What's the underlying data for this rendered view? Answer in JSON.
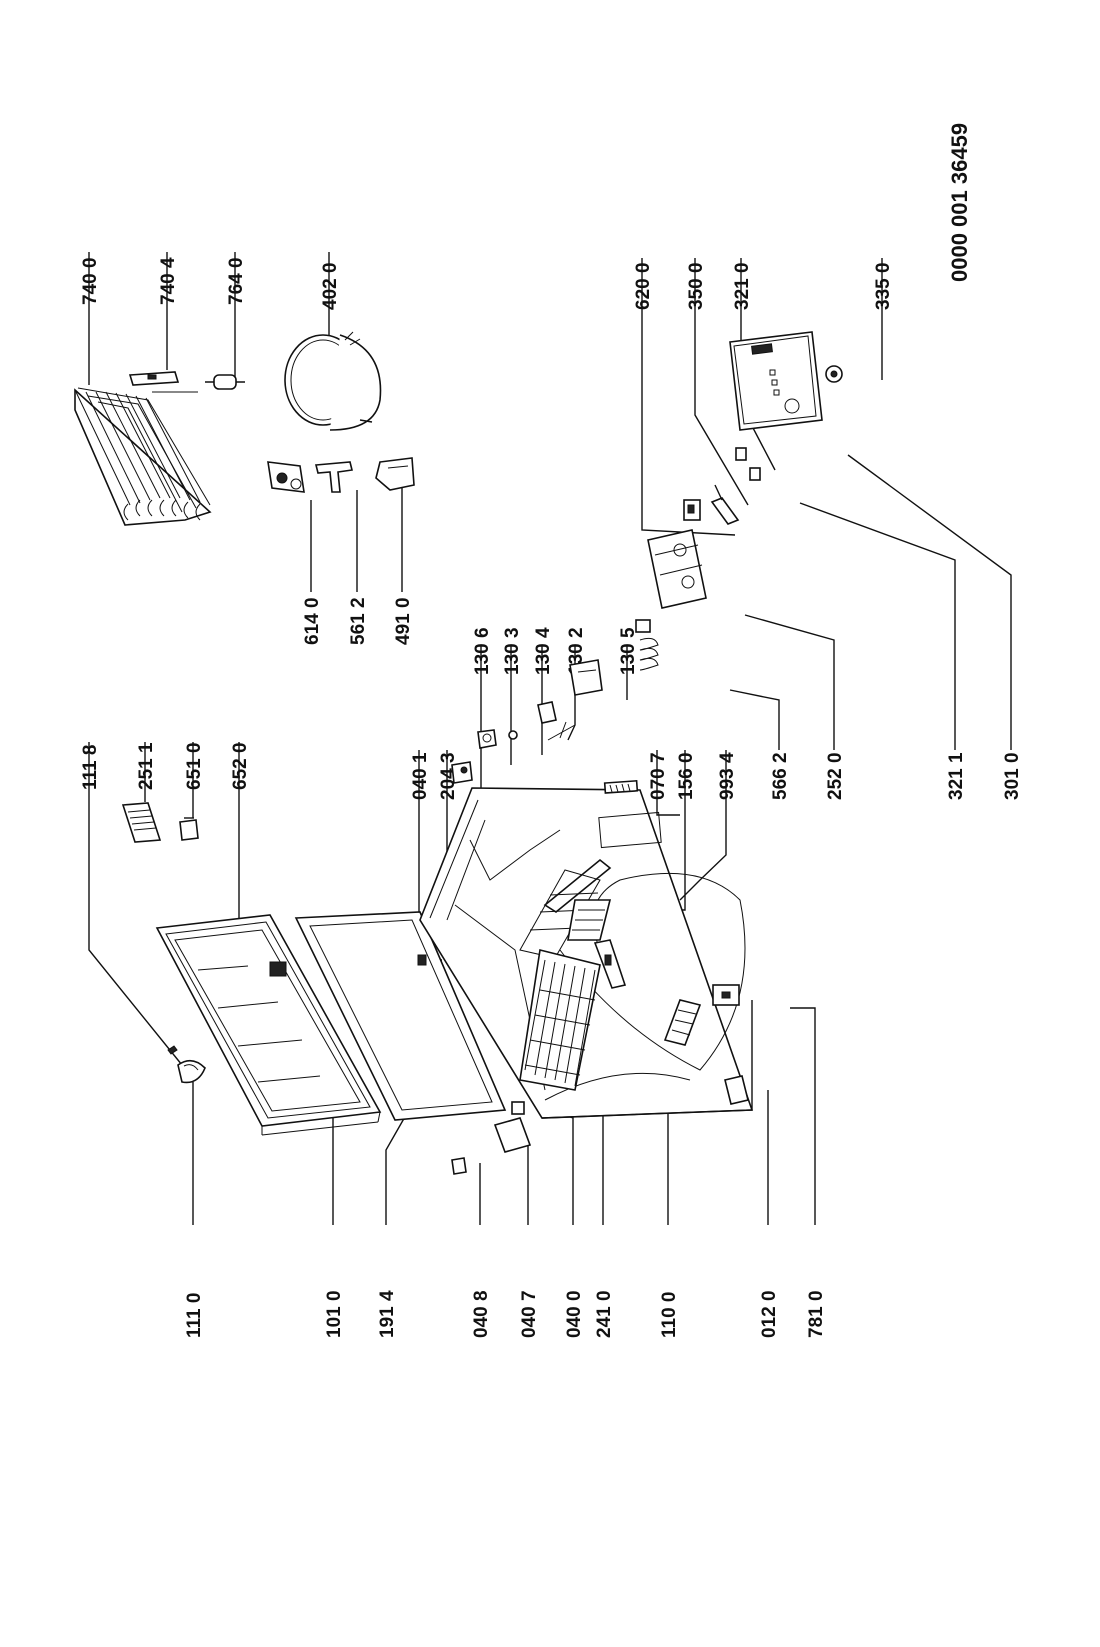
{
  "document_number": "0000 001 36459",
  "part_labels": {
    "p1110": "111 0",
    "p1010": "101 0",
    "p1914": "191 4",
    "p0408": "040 8",
    "p0407": "040 7",
    "p0400": "040 0",
    "p2410": "241 0",
    "p1100": "110 0",
    "p0120": "012 0",
    "p7810": "781 0",
    "p1118": "111 8",
    "p2511": "251 1",
    "p6510": "651 0",
    "p6520": "652 0",
    "p0401": "040 1",
    "p2043": "204 3",
    "p1306": "130 6",
    "p1303": "130 3",
    "p1304": "130 4",
    "p1302": "130 2",
    "p1305": "130 5",
    "p0707": "070 7",
    "p1560": "156 0",
    "p9934": "993 4",
    "p5662": "566 2",
    "p2520": "252 0",
    "p3211": "321 1",
    "p3010": "301 0",
    "p6140": "614 0",
    "p5612": "561 2",
    "p4910": "491 0",
    "p7400": "740 0",
    "p7404": "740 4",
    "p7640": "764 0",
    "p4020": "402 0",
    "p6200": "620 0",
    "p3500": "350 0",
    "p3210": "321 0",
    "p3350": "335 0"
  }
}
